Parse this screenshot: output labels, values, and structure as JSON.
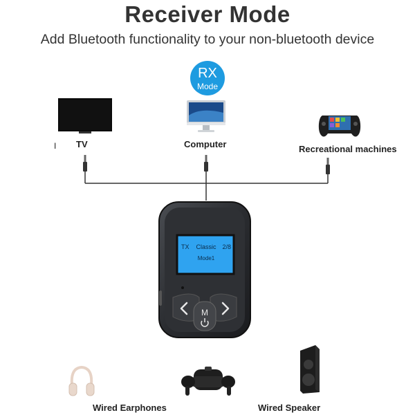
{
  "header": {
    "title": "Receiver Mode",
    "subtitle": "Add Bluetooth functionality to your non-bluetooth device"
  },
  "badge": {
    "line1": "RX",
    "line2": "Mode",
    "color": "#1e9be0"
  },
  "inputs": [
    {
      "label": "TV",
      "icon": "tv-icon"
    },
    {
      "label": "Computer",
      "icon": "computer-icon"
    },
    {
      "label": "Recreational machines",
      "icon": "handheld-console-icon"
    }
  ],
  "device": {
    "screen_left": "TX",
    "screen_center": "Classic",
    "screen_right": "2/8",
    "screen_mode": "Mode1",
    "button_center": "M",
    "screen_color": "#2fa3f0"
  },
  "outputs": [
    {
      "label": "Wired Earphones",
      "icon": "headphones-icon"
    },
    {
      "label": "",
      "icon": "earbuds-case-icon"
    },
    {
      "label": "Wired Speaker",
      "icon": "speaker-icon"
    }
  ],
  "stray_mark": "I"
}
